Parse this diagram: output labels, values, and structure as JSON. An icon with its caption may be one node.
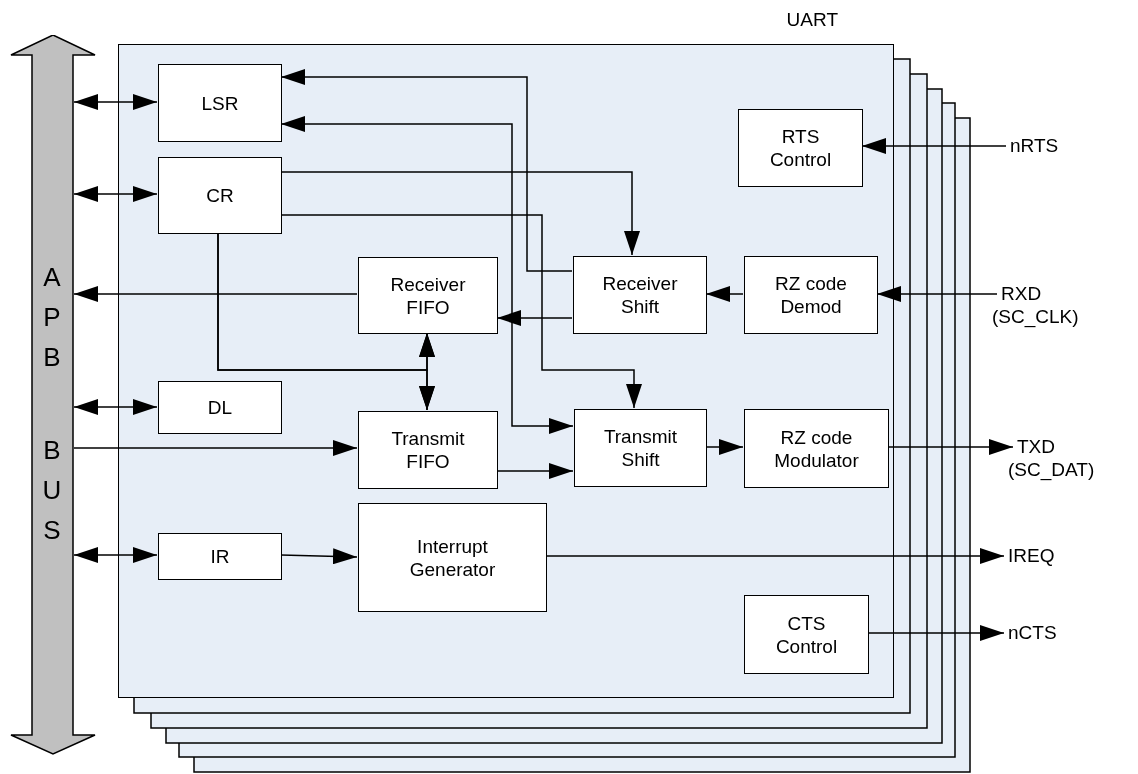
{
  "diagram": {
    "nodes": [
      {
        "text": [
          "APB",
          "BUS"
        ]
      },
      {
        "text": [
          "UART"
        ]
      },
      {
        "text": [
          "LSR"
        ],
        "in": 1
      },
      {
        "text": [
          "CR"
        ],
        "in": 1
      },
      {
        "text": [
          "Receiver FIFO"
        ],
        "in": 1
      },
      {
        "text": [
          "Receiver Shift"
        ],
        "in": 1
      },
      {
        "text": [
          "RZ code Demod"
        ],
        "in": 1
      },
      {
        "text": [
          "RTS Control"
        ],
        "in": 1
      },
      {
        "text": [
          "DL"
        ],
        "in": 1
      },
      {
        "text": [
          "Transmit FIFO"
        ],
        "in": 1
      },
      {
        "text": [
          "Transmit Shift"
        ],
        "in": 1
      },
      {
        "text": [
          "RZ code Modulator"
        ],
        "in": 1
      },
      {
        "text": [
          "IR"
        ],
        "in": 1
      },
      {
        "text": [
          "Interrupt Generator"
        ],
        "in": 1
      },
      {
        "text": [
          "CTS Control"
        ],
        "in": 1
      },
      {
        "text": [
          "nRTS"
        ]
      },
      {
        "text": [
          "RXD",
          "(SC_CLK)"
        ]
      },
      {
        "text": [
          "TXD",
          "(SC_DAT)"
        ]
      },
      {
        "text": [
          "IREQ"
        ]
      },
      {
        "text": [
          "nCTS"
        ]
      }
    ],
    "edges": [
      {
        "from": 0,
        "to": 2,
        "arrow": "both"
      },
      {
        "from": 0,
        "to": 3,
        "arrow": "both"
      },
      {
        "from": 4,
        "to": 0,
        "arrow": "to"
      },
      {
        "from": 0,
        "to": 8,
        "arrow": "both"
      },
      {
        "from": 0,
        "to": 9,
        "arrow": "to"
      },
      {
        "from": 0,
        "to": 12,
        "arrow": "both"
      },
      {
        "from": 5,
        "to": 2,
        "arrow": "to"
      },
      {
        "from": 10,
        "to": 2,
        "arrow": "both"
      },
      {
        "from": 3,
        "to": 5,
        "arrow": "to"
      },
      {
        "from": 3,
        "to": 10,
        "arrow": "to"
      },
      {
        "from": 3,
        "to": 4,
        "arrow": "to"
      },
      {
        "from": 3,
        "to": 9,
        "arrow": "to"
      },
      {
        "from": 4,
        "to": 9,
        "arrow": "both"
      },
      {
        "from": 5,
        "to": 4,
        "arrow": "to"
      },
      {
        "from": 6,
        "to": 5,
        "arrow": "to"
      },
      {
        "from": 9,
        "to": 10,
        "arrow": "to"
      },
      {
        "from": 10,
        "to": 11,
        "arrow": "to"
      },
      {
        "from": 12,
        "to": 13,
        "arrow": "to"
      },
      {
        "from": 15,
        "to": 7,
        "arrow": "to"
      },
      {
        "from": 16,
        "to": 6,
        "arrow": "to"
      },
      {
        "from": 11,
        "to": 17,
        "arrow": "to"
      },
      {
        "from": 13,
        "to": 18,
        "arrow": "to"
      },
      {
        "from": 14,
        "to": 19,
        "arrow": "to"
      }
    ]
  }
}
